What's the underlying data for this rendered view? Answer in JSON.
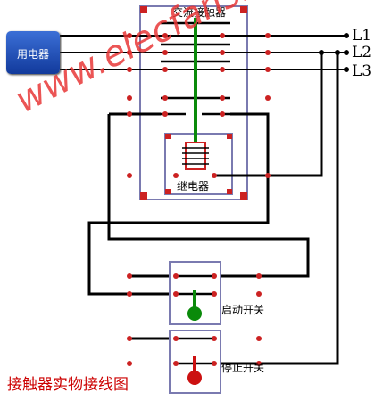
{
  "diagram": {
    "title": "接触器实物接线图",
    "load_label": "用电器",
    "contactor_label": "交流接触器",
    "relay_label": "继电器",
    "start_switch_label": "启动开关",
    "stop_switch_label": "停止开关",
    "phase_labels": [
      "L1",
      "L2",
      "L3"
    ],
    "watermark": "www.elecfans.com",
    "colors": {
      "wire": "#000000",
      "terminal": "#cc2222",
      "armature": "#0a8a0a",
      "start_button": "#0a8a0a",
      "stop_button": "#cc1111",
      "load": "#2450c0",
      "panel_border": "#7a7ab0"
    }
  }
}
